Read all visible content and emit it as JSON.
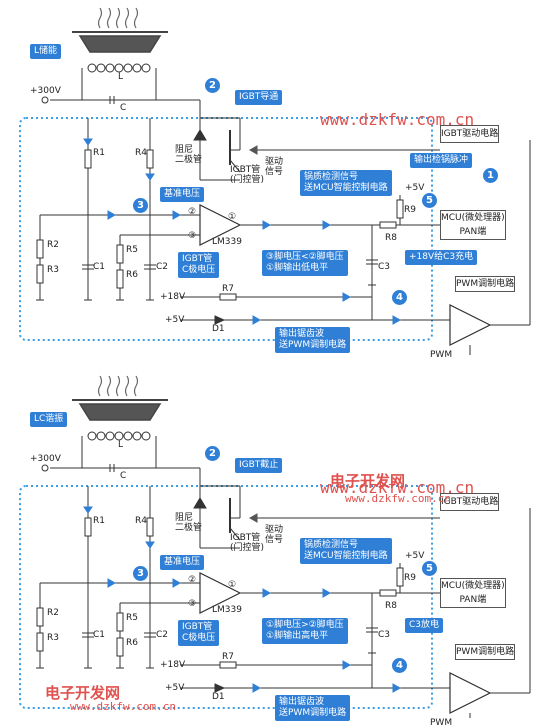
{
  "panels": [
    {
      "top_tag": "L储能",
      "supply": "+300V",
      "inductor": "L",
      "capacitor": "C",
      "igbt_status": "IGBT导通",
      "damper_diode": "阻尼\n二极管",
      "igbt_tube": "IGBT管\n(门控管)",
      "drive_signal": "驱动\n信号",
      "igbt_driver": "IGBT驱动电路",
      "output_pulse": "输出检锅脉冲",
      "pan_detect": "锅质检测信号\n送MCU智能控制电路",
      "r1": "R1",
      "r4": "R4",
      "r2": "R2",
      "r3": "R3",
      "c1": "C1",
      "r5": "R5",
      "r6": "R6",
      "c2": "C2",
      "ref_voltage": "基准电压",
      "pin2": "②",
      "pin3": "③",
      "pin1": "①",
      "comparator": "LM339",
      "igbt_c_voltage": "IGBT管\nC极电压",
      "pin_condition": "③脚电压<②脚电压\n①脚输出低电平",
      "r8": "R8",
      "r9": "R9",
      "plus5v_top": "+5V",
      "mcu": "MCU(微处理器)\nPAN端",
      "c3": "C3",
      "c3_note": "+18V给C3充电",
      "plus18v": "+18V",
      "r7": "R7",
      "plus5v": "+5V",
      "d1": "D1",
      "pwm_circuit": "PWM调制电路",
      "sawtooth": "输出锯齿波\n送PWM调制电路",
      "pwm": "PWM",
      "n2": "2",
      "n3": "3",
      "n4": "4",
      "n5": "5",
      "n1": "1",
      "watermark": "www.dzkfw.com.cn"
    },
    {
      "top_tag": "LC谐振",
      "supply": "+300V",
      "inductor": "L",
      "capacitor": "C",
      "igbt_status": "IGBT截止",
      "damper_diode": "阻尼\n二极管",
      "igbt_tube": "IGBT管\n(门控管)",
      "drive_signal": "驱动\n信号",
      "igbt_driver": "IGBT驱动电路",
      "pan_detect": "锅质检测信号\n送MCU智能控制电路",
      "r1": "R1",
      "r4": "R4",
      "r2": "R2",
      "r3": "R3",
      "c1": "C1",
      "r5": "R5",
      "r6": "R6",
      "c2": "C2",
      "ref_voltage": "基准电压",
      "pin2": "②",
      "pin3": "③",
      "pin1": "①",
      "comparator": "LM339",
      "igbt_c_voltage": "IGBT管\nC极电压",
      "pin_condition": "①脚电压>②脚电压\n①脚输出高电平",
      "r8": "R8",
      "r9": "R9",
      "plus5v_top": "+5V",
      "mcu": "MCU(微处理器)\nPAN端",
      "c3": "C3",
      "c3_note": "C3放电",
      "plus18v": "+18V",
      "r7": "R7",
      "plus5v": "+5V",
      "d1": "D1",
      "pwm_circuit": "PWM调制电路",
      "sawtooth": "输出锯齿波\n送PWM调制电路",
      "pwm": "PWM",
      "n2": "2",
      "n3": "3",
      "n4": "4",
      "n5": "5",
      "logo": "电子开发网",
      "watermark": "www.dzkfw.com.cn",
      "watermark_small": "www.dzkfw.com.cn"
    }
  ],
  "colors": {
    "accent": "#2f7fd6",
    "dotted": "#3a9ee4",
    "watermark": "#e0524f"
  }
}
